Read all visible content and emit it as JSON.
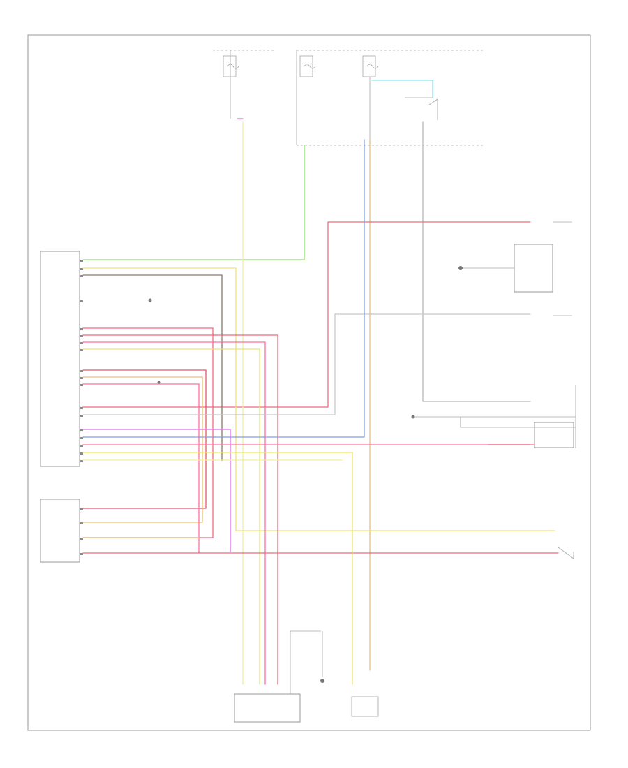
{
  "diagram": {
    "footer_code": "",
    "wire_colors": {
      "red": "#f06a7e",
      "pink": "#ff6fa0",
      "yellow": "#f2e46a",
      "light_yellow": "#f5ee9a",
      "green": "#8ee06a",
      "tan": "#e8c07a",
      "cyan": "#7fe6f5",
      "magenta": "#e16af0",
      "blue": "#7fa0e0",
      "gray": "#a8a8a8",
      "dark": "#6a6a6a"
    },
    "components": [
      {
        "id": "fuse-panel-top-left",
        "icon": "fuse-icon"
      },
      {
        "id": "fuse-panel-top-right",
        "icon": "fuse-icon"
      },
      {
        "id": "main-control-module"
      },
      {
        "id": "lumbar-module"
      },
      {
        "id": "right-module"
      },
      {
        "id": "lower-right-module"
      },
      {
        "id": "bottom-connector-a"
      },
      {
        "id": "bottom-connector-b"
      },
      {
        "id": "right-switch",
        "icon": "switch-icon"
      }
    ]
  }
}
